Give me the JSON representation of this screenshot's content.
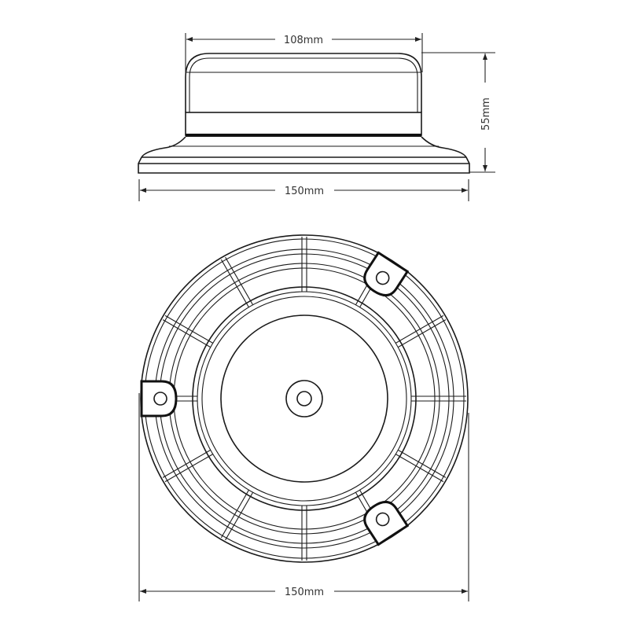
{
  "side_view": {
    "top_width_label": "108mm",
    "height_label": "55mm",
    "base_width_label": "150mm"
  },
  "top_view": {
    "diameter_label": "150mm",
    "mounting_lugs": 3,
    "spokes_count_interval_deg": 30
  },
  "colors": {
    "line": "#1a1a1a",
    "background": "#ffffff"
  }
}
